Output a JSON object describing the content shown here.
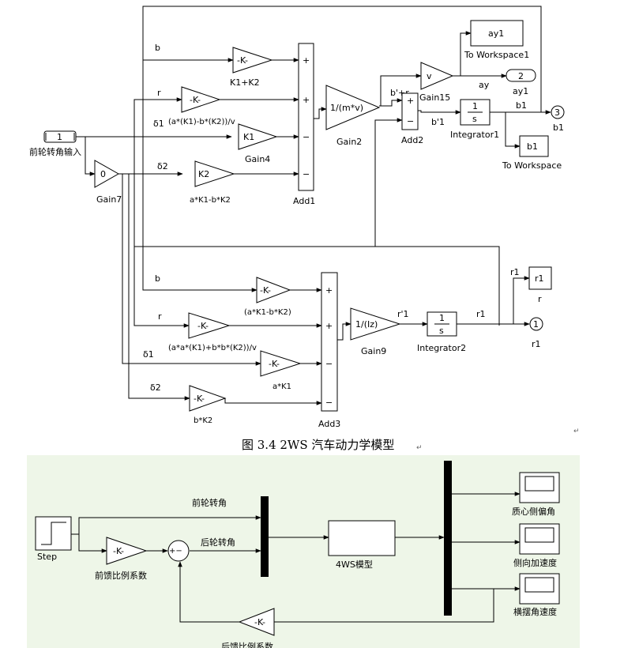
{
  "top_diagram": {
    "signals": {
      "b": "b",
      "r": "r",
      "d1": "δ1",
      "d2": "δ2",
      "b2": "b",
      "r2": "r",
      "d1b": "δ1",
      "d2b": "δ2",
      "bp_r": "b'+r",
      "b1_out": "b'1",
      "b1": "b1",
      "ay": "ay",
      "r1p": "r'1",
      "r1": "r1",
      "r1top": "r1"
    },
    "blocks": {
      "input1": {
        "label": "1",
        "name": "前轮转角输入"
      },
      "gain7": {
        "label": "0",
        "name": "Gain7"
      },
      "gain_k1k2": {
        "label": "-K-",
        "name": "K1+K2"
      },
      "gain_ak1bk2v": {
        "label": "-K-",
        "name": "(a*(K1)-b*(K2))/v"
      },
      "gain4": {
        "label": "K1",
        "name": "Gain4"
      },
      "gain_k2": {
        "label": "K2",
        "name": "a*K1-b*K2"
      },
      "add1": {
        "name": "Add1",
        "signs": [
          "+",
          "+",
          "−",
          "−"
        ]
      },
      "gain2": {
        "label": "1/(m*v)",
        "name": "Gain2"
      },
      "add2": {
        "name": "Add2",
        "signs": [
          "+",
          "−"
        ]
      },
      "gain15": {
        "label": "v",
        "name": "Gain15"
      },
      "integrator1": {
        "label": "1",
        "label2": "s",
        "name": "Integrator1"
      },
      "ws_ay1": {
        "label": "ay1",
        "name": "To Workspace1"
      },
      "out_ay1": {
        "label": "2",
        "name": "ay1"
      },
      "out_b1": {
        "label": "3",
        "name": "b1"
      },
      "ws_b1": {
        "label": "b1",
        "name": "To Workspace"
      },
      "gain_ak1bk2": {
        "label": "-K-",
        "name": "(a*K1-b*K2)"
      },
      "gain_aak1bbk2v": {
        "label": "-K-",
        "name": "(a*a*(K1)+b*b*(K2))/v"
      },
      "gain_ak1": {
        "label": "-K-",
        "name": "a*K1"
      },
      "gain_bk2": {
        "label": "-K-",
        "name": "b*K2"
      },
      "add3": {
        "name": "Add3",
        "signs": [
          "+",
          "+",
          "−",
          "−"
        ]
      },
      "gain9": {
        "label": "1/(Iz)",
        "name": "Gain9"
      },
      "integrator2": {
        "label": "1",
        "label2": "s",
        "name": "Integrator2"
      },
      "ws_r1": {
        "label": "r1",
        "name": "r"
      },
      "out_r1": {
        "label": "1",
        "name": "r1"
      }
    }
  },
  "caption": "图 3.4 2WS 汽车动力学模型",
  "bottom_diagram": {
    "bg_color": "#eef6e8",
    "step": "Step",
    "front_angle": "前轮转角",
    "rear_angle": "后轮转角",
    "feedforward_gain": {
      "label": "-K-",
      "name": "前馈比例系数"
    },
    "feedback_gain": {
      "label": "-K-",
      "name": "后馈比例系数"
    },
    "sum_signs": "+−",
    "model": "4WS模型",
    "scopes": [
      "质心侧偏角",
      "侧向加速度",
      "横摆角速度"
    ]
  }
}
